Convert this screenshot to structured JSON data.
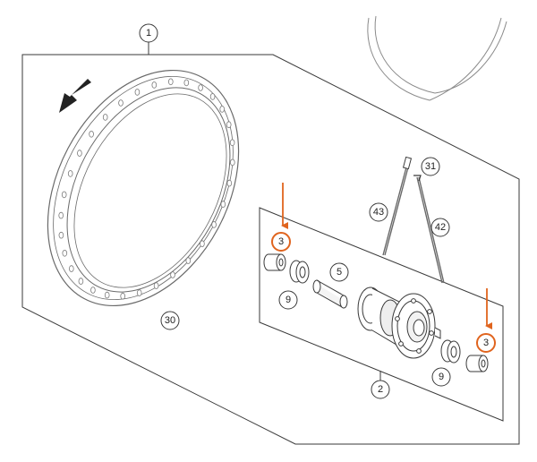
{
  "colors": {
    "line": "#3a3a3a",
    "light_line": "#8a8a8a",
    "highlight": "#e0641e",
    "arrow": "#222222"
  },
  "callouts": {
    "wheel": "1",
    "hub": "2",
    "bearing_left_highlight": "3",
    "bearing_right_highlight": "3",
    "spacer": "5",
    "seal_left": "9",
    "seal_right": "9",
    "rim": "30",
    "spoke_nipple": "31",
    "spoke_inner": "42",
    "spoke_outer": "43"
  },
  "icons": {
    "rotation": "rotation-direction-arrow-icon",
    "highlight_pointer": "orange-pointer-arrow-icon"
  }
}
